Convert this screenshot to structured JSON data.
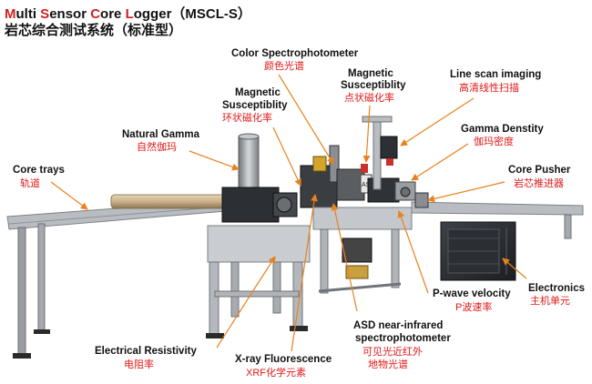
{
  "title": {
    "m": "M",
    "ulti": "ulti ",
    "s": "S",
    "ensor": "ensor ",
    "c": "C",
    "ore": "ore ",
    "l": "L",
    "ogger": "ogger",
    "paren": "（MSCL-S）",
    "subtitle": "岩芯综合测试系统（标准型）"
  },
  "labels": {
    "color_spec": {
      "en": "Color Spectrophotometer",
      "zh": "颜色光谱"
    },
    "mag_sus_point": {
      "en1": "Magnetic",
      "en2": "Susceptiblity",
      "zh": "点状磁化率"
    },
    "line_scan": {
      "en": "Line scan imaging",
      "zh": "高清线性扫描"
    },
    "mag_sus_loop": {
      "en1": "Magnetic",
      "en2": "Susceptiblity",
      "zh": "环状磁化率"
    },
    "gamma_density": {
      "en": "Gamma Denstity",
      "zh": "伽玛密度"
    },
    "natural_gamma": {
      "en": "Natural  Gamma",
      "zh": "自然伽玛"
    },
    "core_pusher": {
      "en": "Core Pusher",
      "zh": "岩芯推进器"
    },
    "core_trays": {
      "en": "Core trays",
      "zh": "轨道"
    },
    "electronics": {
      "en": "Electronics",
      "zh": "主机单元"
    },
    "p_wave": {
      "en": "P-wave velocity",
      "zh": "P波速率"
    },
    "asd": {
      "en1": "ASD near-infrared",
      "en2": "spectrophotometer",
      "zh1": "可见光近红外",
      "zh2": "地物光谱"
    },
    "electrical_res": {
      "en": "Electrical  Resistivity",
      "zh": "电阻率"
    },
    "xrf": {
      "en": "X-ray  Fluorescence",
      "zh": "XRF化学元素"
    }
  },
  "colors": {
    "accent_red": "#d42020",
    "chinese_label": "#e01818",
    "arrow": "#e8821e",
    "frame_gray": "#a8acb0"
  }
}
